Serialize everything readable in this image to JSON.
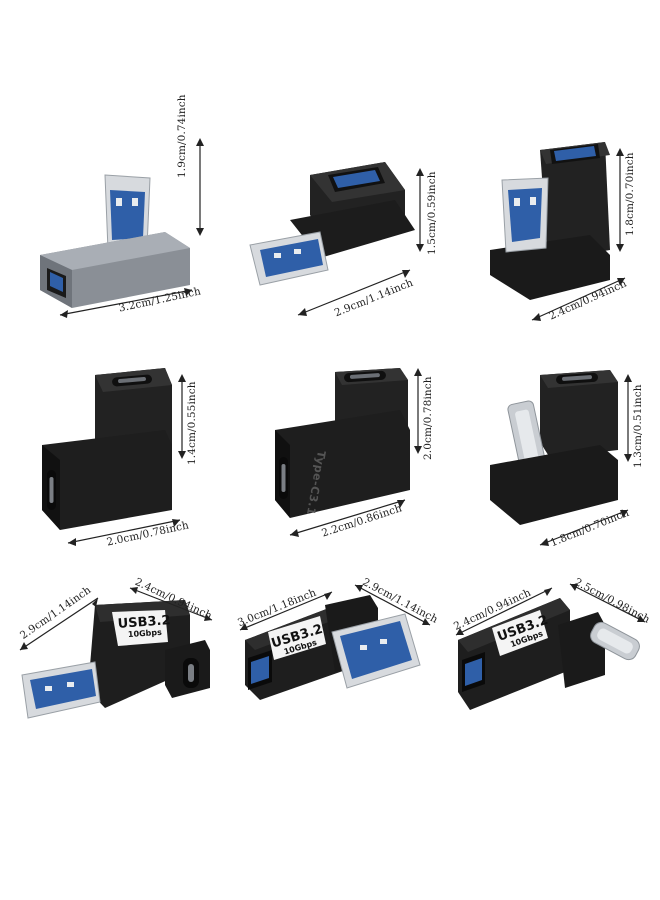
{
  "products": [
    {
      "id": "usb-a-low-profile-silver",
      "dims": {
        "height": "1.9cm/0.74inch",
        "length": "3.2cm/1.25inch"
      }
    },
    {
      "id": "usb-a-up-angle-female-black",
      "dims": {
        "height": "1.5cm/0.59inch",
        "length": "2.9cm/1.14inch"
      }
    },
    {
      "id": "usb-a-u-shape-black",
      "dims": {
        "height": "1.8cm/0.70inch",
        "length": "2.4cm/0.94inch"
      }
    },
    {
      "id": "usb-c-l-shape-1",
      "dims": {
        "height": "1.4cm/0.55inch",
        "length": "2.0cm/0.78inch"
      }
    },
    {
      "id": "usb-c-l-shape-2",
      "dims": {
        "height": "2.0cm/0.78inch",
        "length": "2.2cm/0.86inch"
      },
      "emboss": "Type-C3.1"
    },
    {
      "id": "usb-c-u-shape",
      "dims": {
        "height": "1.3cm/0.51inch",
        "length": "1.8cm/0.70inch"
      }
    },
    {
      "id": "usb-a-to-c-side",
      "dims": {
        "left": "2.9cm/1.14inch",
        "right": "2.4cm/0.94inch"
      },
      "badge": {
        "main": "USB3.2",
        "sub": "10Gbps"
      }
    },
    {
      "id": "usb-a-to-a-side",
      "dims": {
        "left": "3.0cm/1.18inch",
        "right": "2.9cm/1.14inch"
      },
      "badge": {
        "main": "USB3.2",
        "sub": "10Gbps"
      }
    },
    {
      "id": "usb-a-female-to-c-side",
      "dims": {
        "left": "2.4cm/0.94inch",
        "right": "2.5cm/0.98inch"
      },
      "badge": {
        "main": "USB3.2",
        "sub": "10Gbps"
      }
    }
  ],
  "colors": {
    "background": "#ffffff",
    "housing_black": "#1c1c1c",
    "housing_silver": "#8a8f96",
    "usb_blue": "#2f5fa8",
    "metal": "#cfd3d8",
    "label_white": "#f4f4f4"
  }
}
